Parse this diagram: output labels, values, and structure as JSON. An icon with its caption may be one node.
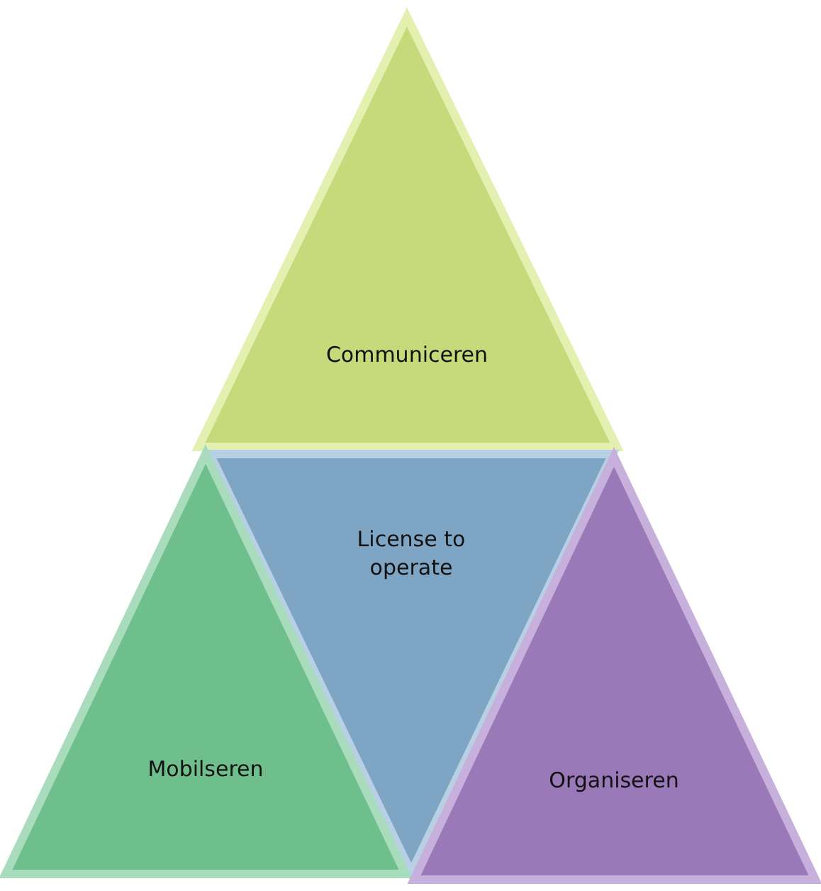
{
  "diagram": {
    "nodes": [
      {
        "text": [
          "Communiceren"
        ]
      },
      {
        "text": [
          "License to operate"
        ]
      },
      {
        "text": [
          "Mobilseren"
        ]
      },
      {
        "text": [
          "Organiseren"
        ]
      }
    ]
  }
}
